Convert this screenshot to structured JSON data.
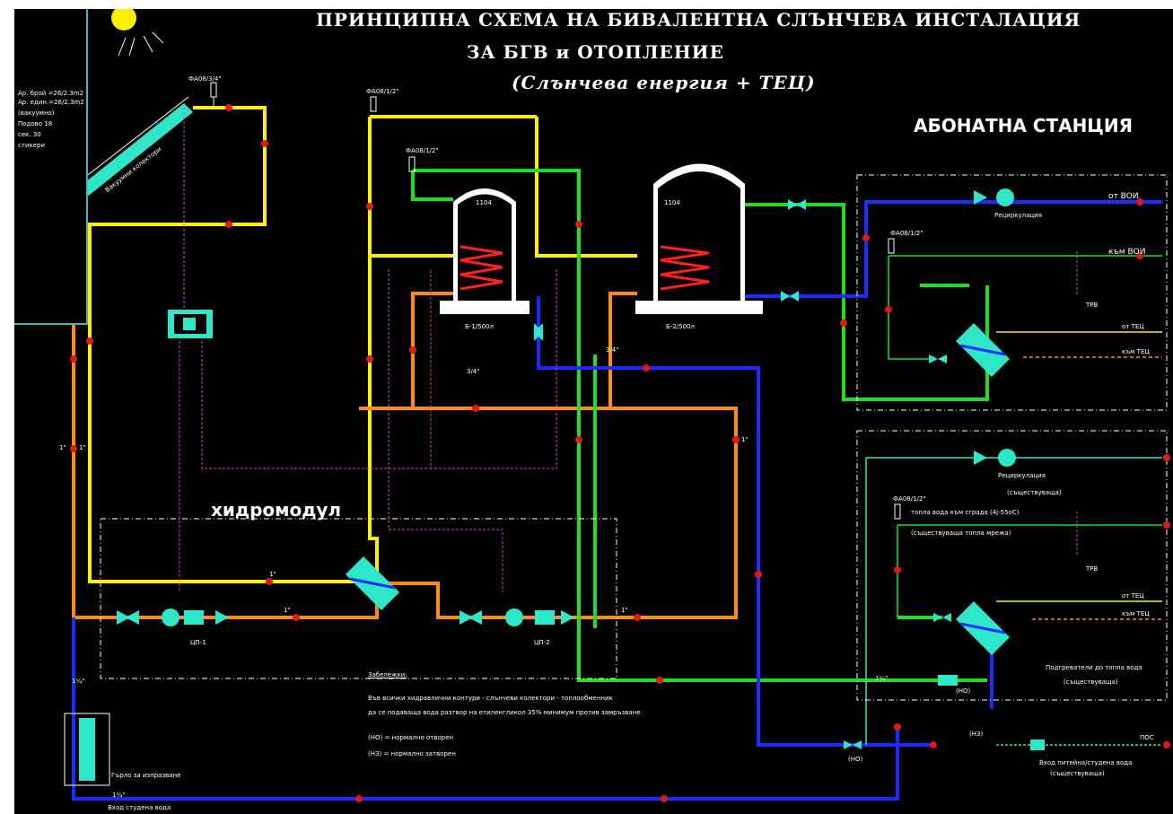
{
  "titles": {
    "line1": "ПРИНЦИПНА СХЕМА НА БИВАЛЕНТНА СЛЪНЧЕВА ИНСТАЛАЦИЯ",
    "line2": "ЗА БГВ и ОТОПЛЕНИЕ",
    "line3": "(Слънчева енергия + ТЕЦ)"
  },
  "station_title": "АБОНАТНА СТАНЦИЯ",
  "hydromodule_title": "хидромодул",
  "colors": {
    "yellow": "#ffee00",
    "green": "#22dd22",
    "blue": "#1c2bff",
    "orange": "#ff8a1a",
    "cyan": "#2ee6c8",
    "red": "#e01818",
    "magenta": "#e040e0",
    "white": "#ffffff"
  },
  "left_panel": [
    "Ap. брой =26/2.3m2",
    "Ap. един.=26/2.3m2",
    "(вакуумнo)",
    "Подово 18",
    "сек. 30",
    "стикери"
  ],
  "labels": {
    "collector": "Вакуумни колектори",
    "tank1": "Б-1/500л",
    "tank2": "Б-2/500л",
    "tank1_top": "1104",
    "tank2_top": "1104",
    "pump_station1": "Рециркулация",
    "pump_station2": "Рециркулация",
    "pump_station2_sub": "(съществуваща)",
    "from_network": "от ВОИ",
    "to_network": "към ВОИ",
    "from_tec1": "от ТЕЦ",
    "to_tec1": "към ТЕЦ",
    "from_tec2": "от ТЕЦ",
    "to_tec2": "към ТЕЦ",
    "tps1": "ТРВ",
    "tps2": "ТРВ",
    "hot_water_line": "топла вода към сграда (4j-55oC)",
    "existing_hot": "(съществуваща топла мрежа)",
    "to_hot_water": "Подгреватели до топла вода",
    "existing_short": "(съществуваща)",
    "cold_water_in": "Вход питейна/студена вода",
    "cold_water_in_sub": "(съществуваща)",
    "drain": "Гърло за изпразване",
    "cold_water": "Вход студена вода",
    "pump1": "ЦП-1",
    "pump2": "ЦП-2",
    "hp_label": "ПОС",
    "size_1in": "1\"",
    "size_34": "3/4\"",
    "size_114": "1¼\"",
    "valve_ho": "(НО)",
    "valve_hz": "(НЗ)",
    "note_title": "Забележки:",
    "note1": "Във всички хидравлични контури - слънчеви колектори - топлообменник",
    "note2": "да се подаваща вода разтвор на етиленгликол 35% минимум против замръзване",
    "note3": "(НО) = нормално отворен",
    "note4": "(НЗ) = нормално затворен",
    "vent1": "ФА08/3/4\"",
    "vent2": "ФА08/1/2\"",
    "vent3": "ФА08/1/2\"",
    "vent4": "ФА08/1/2\"",
    "vent5": "ФА08/1/2\""
  }
}
